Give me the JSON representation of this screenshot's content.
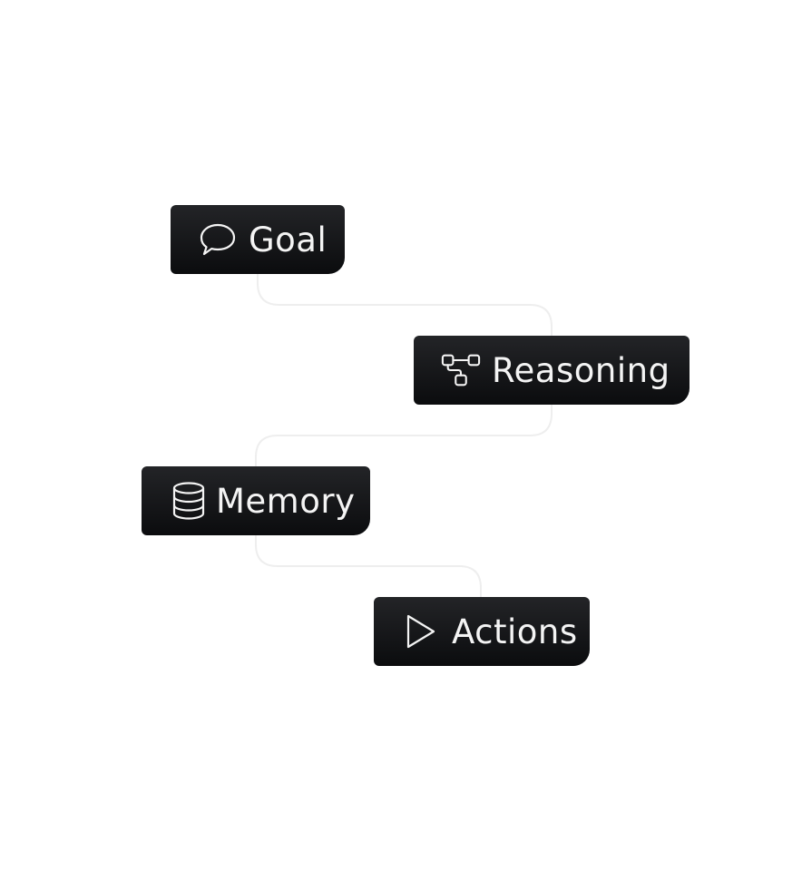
{
  "diagram": {
    "nodes": [
      {
        "id": "goal",
        "label": "Goal",
        "icon": "speech-bubble-icon"
      },
      {
        "id": "reasoning",
        "label": "Reasoning",
        "icon": "flow-diagram-icon"
      },
      {
        "id": "memory",
        "label": "Memory",
        "icon": "database-icon"
      },
      {
        "id": "actions",
        "label": "Actions",
        "icon": "play-icon"
      }
    ],
    "edges": [
      {
        "from": "goal",
        "to": "reasoning"
      },
      {
        "from": "reasoning",
        "to": "memory"
      },
      {
        "from": "memory",
        "to": "actions"
      }
    ],
    "colors": {
      "node_background": "#111214",
      "node_text": "#f4f4f4",
      "connector": "#f0f0f0",
      "page_background": "#ffffff"
    }
  }
}
